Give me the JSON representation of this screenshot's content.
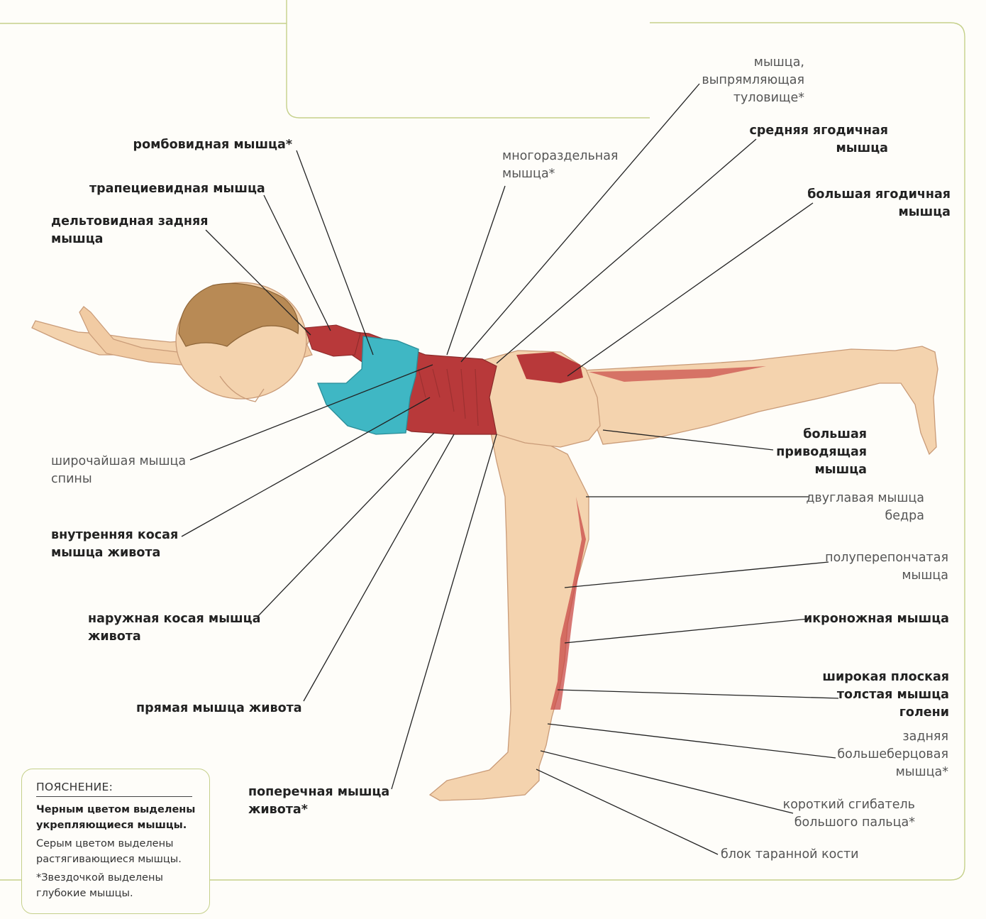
{
  "labels": {
    "rhomboid": [
      "ромбовидная мышца*"
    ],
    "trapezius": [
      "трапециевидная мышца"
    ],
    "deltoid_posterior": [
      "дельтовидная задняя",
      "мышца"
    ],
    "multifidus": [
      "многораздельная",
      "мышца*"
    ],
    "erector_spinae": [
      "мышца,",
      "выпрямляющая",
      "туловище*"
    ],
    "gluteus_medius": [
      "средняя ягодичная",
      "мышца"
    ],
    "gluteus_maximus": [
      "большая ягодичная",
      "мышца"
    ],
    "latissimus": [
      "широчайшая мышца",
      "спины"
    ],
    "internal_oblique": [
      "внутренняя косая",
      "мышца живота"
    ],
    "external_oblique": [
      "наружная косая мышца",
      "живота"
    ],
    "rectus_abdominis": [
      "прямая мышца живота"
    ],
    "transversus": [
      "поперечная мышца",
      "живота*"
    ],
    "adductor_magnus": [
      "большая",
      "приводящая",
      "мышца"
    ],
    "biceps_femoris": [
      "двуглавая мышца",
      "бедра"
    ],
    "semimembranosus": [
      "полуперепончатая",
      "мышца"
    ],
    "gastrocnemius": [
      "икроножная мышца"
    ],
    "soleus": [
      "широкая плоская",
      "толстая мышца",
      "голени"
    ],
    "tibialis_posterior": [
      "задняя",
      "большеберцовая",
      "мышца*"
    ],
    "flexor_hallucis_brevis": [
      "короткий сгибатель",
      "большого пальца*"
    ],
    "talus_block": [
      "блок таранной кости"
    ]
  },
  "legend": {
    "title": "ПОЯСНЕНИЕ:",
    "black": [
      "Черным цветом выделены",
      "укрепляющиеся мышцы."
    ],
    "gray": [
      "Серым цветом выделены",
      "растягивающиеся мышцы."
    ],
    "star": [
      "*Звездочкой выделены",
      "глубокие мышцы."
    ]
  },
  "colors": {
    "frame": "#c5d08a",
    "skin": "#f4d3ae",
    "muscle": "#b8393a",
    "top": "#3fb7c4",
    "hair": "#b88a55",
    "leader": "#222222"
  }
}
